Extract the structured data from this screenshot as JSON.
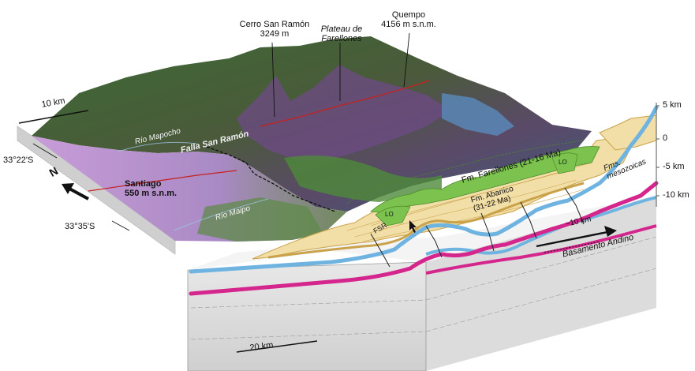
{
  "labels": {
    "cerro_san_ramon": "Cerro San Ramón",
    "cerro_elev": "3249 m",
    "plateau_line1": "Plateau de",
    "plateau_line2": "Farellones",
    "quempo": "Quempo",
    "quempo_elev": "4156 m s.n.m.",
    "scale_10km": "10 km",
    "rio_mapocho": "Río Mapocho",
    "falla": "Falla San Ramón",
    "lat_north": "33°22'S",
    "lat_south": "33°35'S",
    "north": "N",
    "santiago": "Santiago",
    "santiago_elev": "550 m s.n.m.",
    "rio_maipo": "Río Maipo",
    "fm_farellones": "Fm. Farellones (21-16 Ma)",
    "fm_abanico_line1": "Fm. Abanico",
    "fm_abanico_line2": "(31-22 Ma)",
    "fms_line1": "Fms.",
    "fms_line2": "mesozoicas",
    "lo_1": "LO",
    "lo_2": "LO",
    "fsr": "FSR",
    "approx_10km": "~10 km",
    "basamento": "Basamento Andino",
    "scale_20km": "20 km"
  },
  "depth_axis": {
    "ticks": [
      "5 km",
      "0",
      "-5 km",
      "-10 km"
    ]
  },
  "colors": {
    "farellones_fill": "#7cc24e",
    "abanico_fill": "#f2dfa8",
    "layer_blue": "#6fb3e0",
    "layer_magenta": "#d4268c",
    "layer_ochre": "#c9a24a",
    "fault_red": "#c8201e"
  }
}
